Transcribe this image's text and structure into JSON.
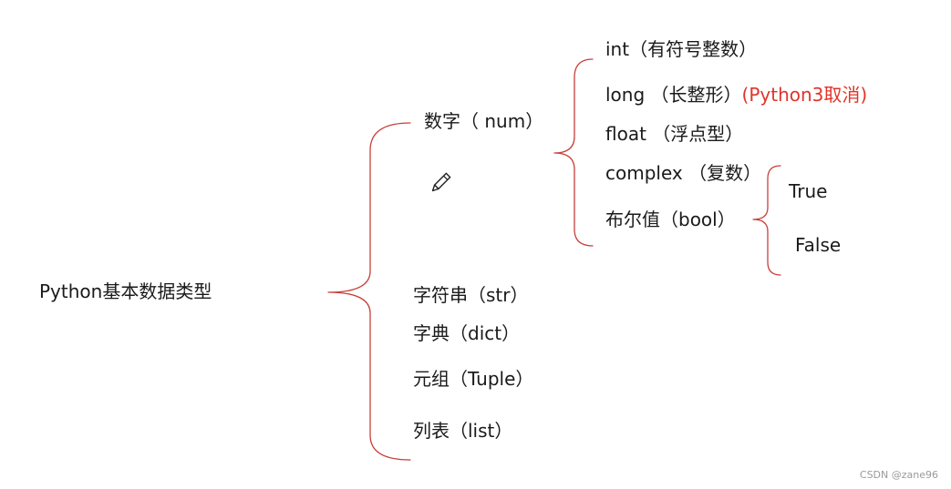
{
  "root": {
    "label": "Python基本数据类型"
  },
  "level1": [
    {
      "label": "数字（ num）"
    },
    {
      "label": "字符串（str）"
    },
    {
      "label": "字典（dict）"
    },
    {
      "label": "元组（Tuple）"
    },
    {
      "label": "列表（list）"
    }
  ],
  "numbers": [
    {
      "label": "int（有符号整数）"
    },
    {
      "label": "long （长整形）",
      "note": "(Python3取消)"
    },
    {
      "label": "float （浮点型）"
    },
    {
      "label": "complex （复数）"
    },
    {
      "label": "布尔值（bool）"
    }
  ],
  "bool_values": [
    {
      "label": "True"
    },
    {
      "label": "False"
    }
  ],
  "watermark": "CSDN @zane96",
  "colors": {
    "brace": "#c8403a",
    "note": "#e0342a",
    "text": "#1a1a1a"
  },
  "icons": {
    "cursor": "pencil-icon"
  }
}
